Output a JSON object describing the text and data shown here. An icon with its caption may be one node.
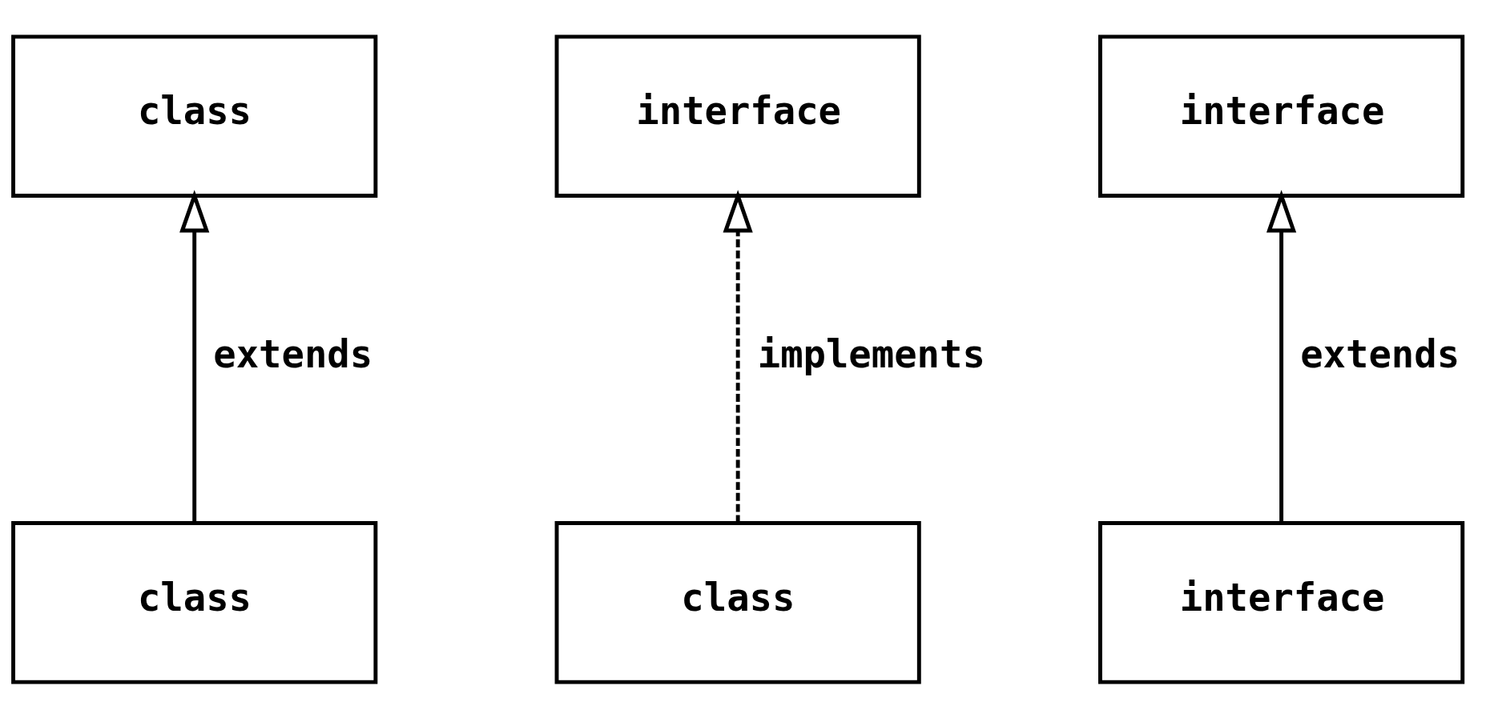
{
  "diagram": {
    "nodes": [
      {
        "text": [
          "class"
        ]
      },
      {
        "text": [
          "interface"
        ]
      },
      {
        "text": [
          "interface"
        ]
      },
      {
        "text": [
          "class"
        ]
      },
      {
        "text": [
          "class"
        ]
      },
      {
        "text": [
          "interface"
        ]
      }
    ],
    "edges": [
      {
        "from": 3,
        "to": 0,
        "arrow": "to",
        "label": "extends"
      },
      {
        "from": 4,
        "to": 1,
        "arrow": "to",
        "label": "implements",
        "style": "dashed"
      },
      {
        "from": 5,
        "to": 2,
        "arrow": "to",
        "label": "extends"
      }
    ]
  }
}
